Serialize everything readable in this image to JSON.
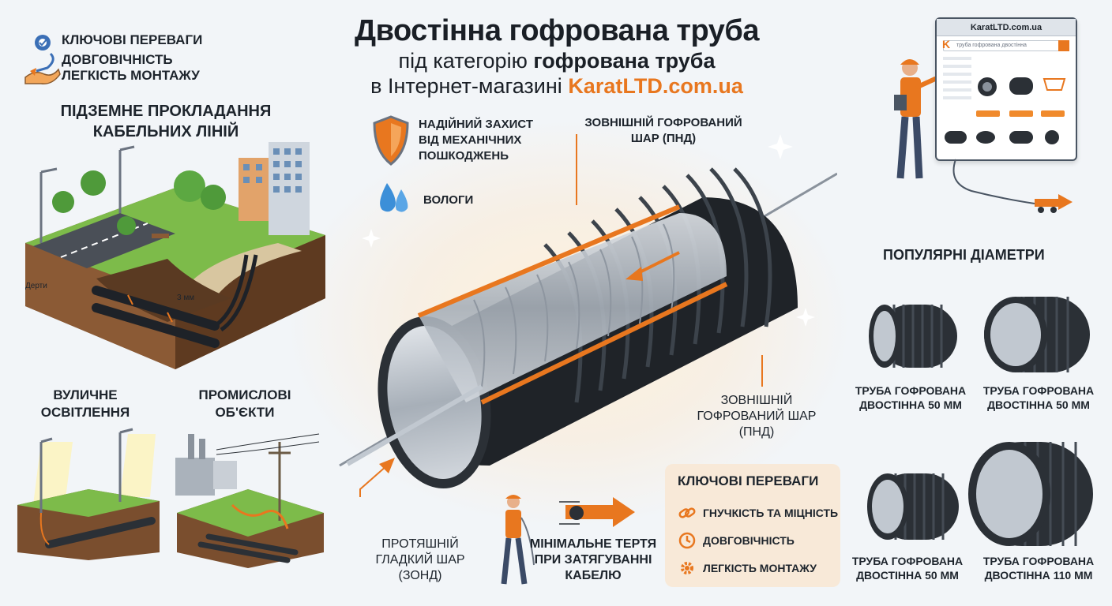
{
  "header": {
    "title": "Двостінна гофрована труба",
    "subtitle_prefix": "під категорію ",
    "subtitle_bold": "гофрована труба",
    "subtitle2_prefix": "в Інтернет-магазині ",
    "brand": "KaratLTD.com.ua"
  },
  "top_advantages": {
    "items": [
      "КЛЮЧОВІ ПЕРЕВАГИ",
      "ДОВГОВІЧНІСТЬ",
      "ЛЕГКІСТЬ МОНТАЖУ"
    ]
  },
  "applications": {
    "underground": "ПІДЗЕМНЕ ПРОКЛАДАННЯ КАБЕЛЬНИХ ЛІНІЙ",
    "depth_label": "Дерти",
    "gap_label": "3 мм",
    "street_lighting": "ВУЛИЧНЕ ОСВІТЛЕННЯ",
    "industrial": "ПРОМИСЛОВІ ОБ'ЄКТИ"
  },
  "callouts": {
    "protection": "НАДІЙНИЙ ЗАХИСТ ВІД МЕХАНІЧНИХ ПОШКОДЖЕНЬ",
    "moisture": "ВОЛОГИ",
    "outer_layer_top": "ЗОВНІШНІЙ ГОФРОВАНИЙ ШАР (ПНД)",
    "outer_layer_bottom": "ЗОВНІШНІЙ ГОФРОВАНИЙ ШАР (ПНД)",
    "inner_layer": "ПРОТЯШНІЙ ГЛАДКИЙ ШАР (ЗОНД)",
    "friction": "МІНІМАЛЬНЕ ТЕРТЯ ПРИ ЗАТЯГУВАННІ КАБЕЛЮ"
  },
  "advantages_box": {
    "title": "КЛЮЧОВІ ПЕРЕВАГИ",
    "items": [
      "ГНУЧКІСТЬ ТА МІЦНІСТЬ",
      "ДОВГОВІЧНІСТЬ",
      "ЛЕГКІСТЬ МОНТАЖУ"
    ]
  },
  "popular": {
    "title": "ПОПУЛЯРНІ ДІАМЕТРИ",
    "pipes": [
      "ТРУБА ГОФРОВАНА ДВОСТІННА 50 ММ",
      "ТРУБА ГОФРОВАНА ДВОСТІННА 50 ММ",
      "ТРУБА ГОФРОВАНА ДВОСТІННА 50 ММ",
      "ТРУБА ГОФРОВАНА ДВОСТІННА 110 ММ"
    ]
  },
  "browser": {
    "url": "KaratLTD.com.ua",
    "search_placeholder": "труба гофрована двостінна",
    "logo": "K"
  },
  "colors": {
    "accent": "#e8771f",
    "pipe": "#2b3036",
    "text": "#1d242c",
    "grass": "#7dbb4a",
    "soil": "#7a4e2e"
  }
}
